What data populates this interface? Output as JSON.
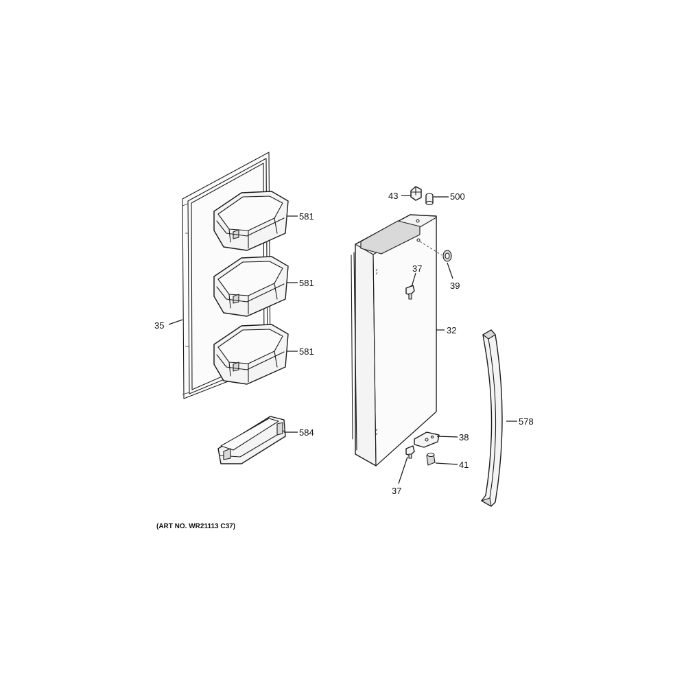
{
  "diagram": {
    "art_number_label": "(ART NO. WR21113 C37)",
    "callouts": {
      "gasket": "35",
      "bin_top": "581",
      "bin_middle": "581",
      "bin_bottom": "581",
      "dairy_bin": "584",
      "top_left_part": "43",
      "top_right_part": "500",
      "upper_hinge_pin": "37",
      "bushing": "39",
      "door": "32",
      "handle": "578",
      "bottom_hinge_plate": "38",
      "bottom_cam": "41",
      "lower_hinge_pin": "37"
    }
  }
}
